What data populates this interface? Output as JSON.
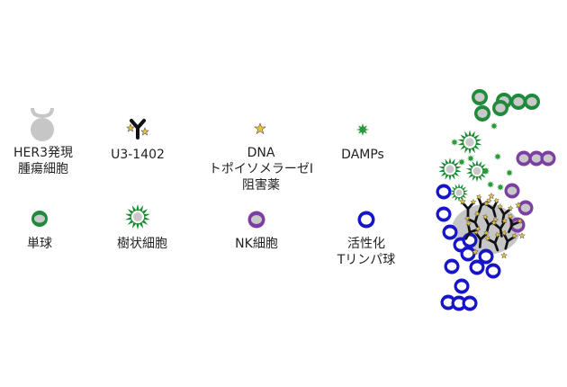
{
  "legend": {
    "her3_cell": "HER3発現\n腫瘍細胞",
    "u3_1402": "U3-1402",
    "topo_inhibitor": "DNA\nトポイソメラーゼI\n阻害薬",
    "damps": "DAMPs",
    "monocyte": "単球",
    "dendritic": "樹状細胞",
    "nk": "NK細胞",
    "tcell": "活性化\nTリンパ球"
  },
  "colors": {
    "tumor_gray": "#c6c6c6",
    "monocyte_green": "#1f8a3c",
    "dendritic_green": "#1c8a34",
    "nk_purple": "#7b3fa1",
    "tcell_blue": "#1616c8",
    "drug_yellow": "#e8c33a",
    "antibody_black": "#111111"
  }
}
